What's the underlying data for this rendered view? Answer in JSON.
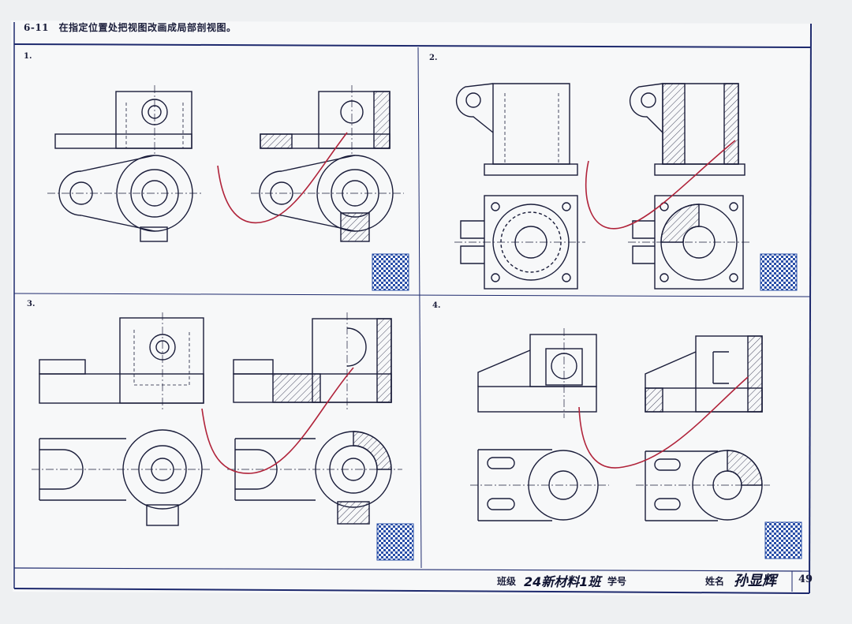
{
  "header": {
    "title": "6-11　在指定位置处把视图改画成局部剖视图。"
  },
  "panels": [
    {
      "label": "1."
    },
    {
      "label": "2."
    },
    {
      "label": "3."
    },
    {
      "label": "4."
    }
  ],
  "footer": {
    "class_label": "班级",
    "class_value": "24新材料1班",
    "student_no_label": "学号",
    "name_label": "姓名",
    "name_value": "孙显辉",
    "page_number": "49"
  },
  "colors": {
    "ink": "#1a1d3a",
    "paper": "#eef0f2",
    "frame": "#1e2a6e",
    "pen": "#b0233a",
    "qr": "#2a4fa8"
  }
}
